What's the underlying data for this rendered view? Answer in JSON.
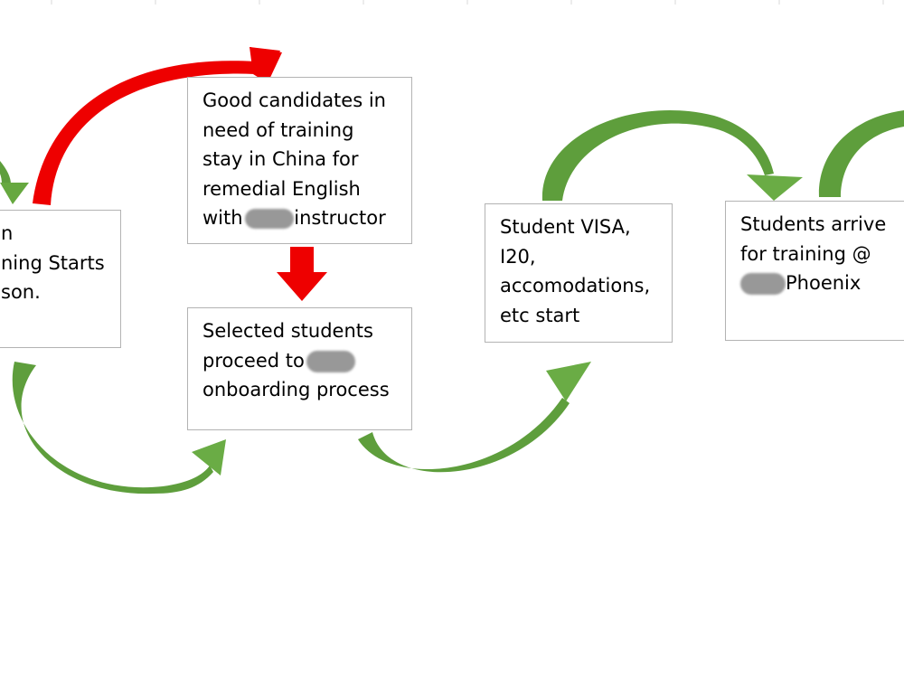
{
  "colors": {
    "green_arrow": "#5e9e3c",
    "green_arrow_dark": "#4f8a33",
    "red_arrow": "#ee0000",
    "box_border": "#b3b3b3"
  },
  "boxes": {
    "left_partial": {
      "lines": [
        "n",
        "ning Starts",
        "son."
      ]
    },
    "good_candidates": {
      "line1": "Good candidates in",
      "line2": "need of training",
      "line3": "stay in China for",
      "line4": "remedial English",
      "line5_before": "with",
      "line5_after": "instructor"
    },
    "selected_students": {
      "line1": "Selected students",
      "line2_before": "proceed to",
      "line3": "onboarding process"
    },
    "student_visa": {
      "line1": "Student VISA,",
      "line2": "I20,",
      "line3": "accomodations,",
      "line4": "etc start"
    },
    "students_arrive": {
      "line1": "Students arrive",
      "line2": "for training @",
      "line3_after": "Phoenix"
    }
  }
}
